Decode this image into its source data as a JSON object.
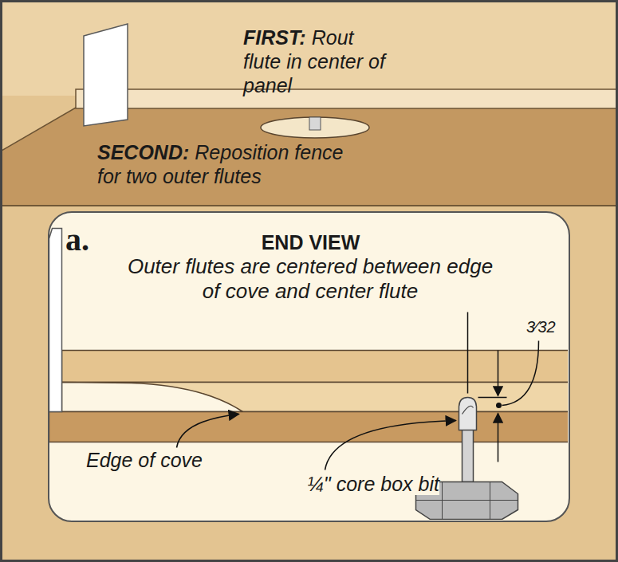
{
  "diagram": {
    "nodes": [
      {
        "text": [
          "a.",
          "END VIEW",
          "Outer flutes are centered between edge of cove and center flute"
        ]
      }
    ],
    "labels": [
      "FIRST:",
      "Rout flute in center of panel",
      "SECOND:",
      "Reposition fence for two outer flutes",
      "3⁄32",
      "Edge of cove",
      "¼\" core box bit"
    ]
  }
}
